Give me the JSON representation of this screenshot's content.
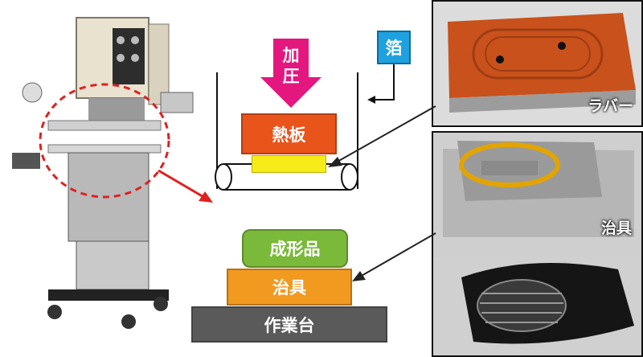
{
  "press_label_chars": [
    "加",
    "圧"
  ],
  "foil_label": "箔",
  "heat_plate_label": "熱板",
  "molded_part_label": "成形品",
  "jig_label": "治具",
  "workbench_label": "作業台",
  "photo_labels": {
    "rubber": "ラバー",
    "jig": "治具"
  },
  "colors": {
    "press_arrow": "#e4177f",
    "foil_box": "#1fa1df",
    "heat_plate": "#e9541b",
    "foil_strip": "#f6ec18",
    "molded_part": "#7bb93a",
    "jig": "#f29a1f",
    "workbench": "#5a5a5a",
    "callout": "#e02020"
  }
}
